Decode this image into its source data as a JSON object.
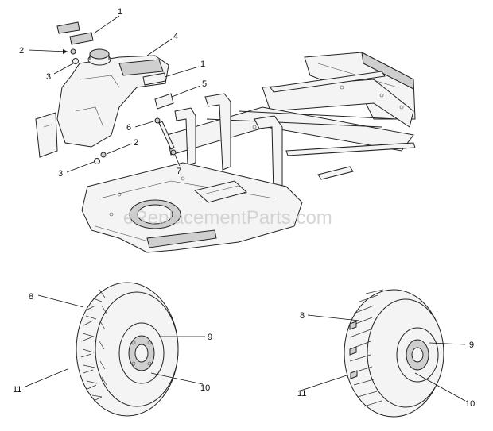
{
  "watermark": "eReplacementParts.com",
  "callouts": {
    "c1a": "1",
    "c2a": "2",
    "c4": "4",
    "c3a": "3",
    "c1b": "1",
    "c5": "5",
    "c6": "6",
    "c2b": "2",
    "c3b": "3",
    "c7": "7",
    "c8a": "8",
    "c9a": "9",
    "c10a": "10",
    "c11a": "11",
    "c8b": "8",
    "c9b": "9",
    "c11b": "11",
    "c10b": "10"
  }
}
